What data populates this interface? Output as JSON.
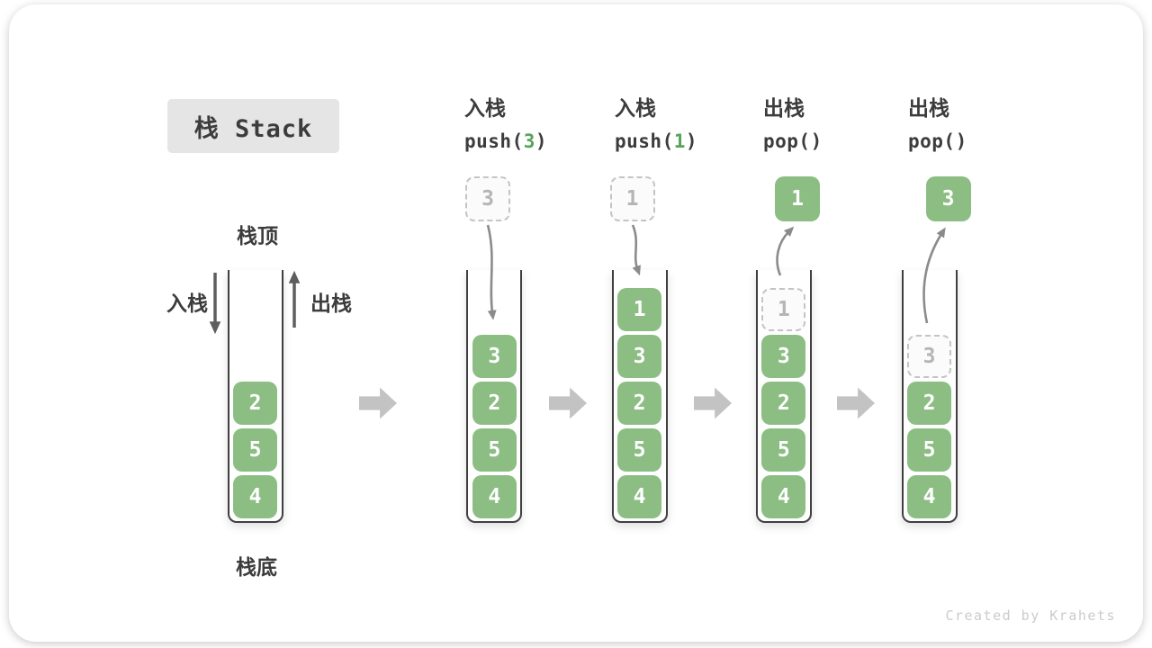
{
  "title": {
    "text": "栈 Stack"
  },
  "side_labels": {
    "stack_top": "栈顶",
    "stack_bottom": "栈底",
    "push": "入栈",
    "pop": "出栈"
  },
  "operations": [
    {
      "label": "入栈",
      "code_prefix": "push(",
      "code_arg": "3",
      "code_suffix": ")"
    },
    {
      "label": "入栈",
      "code_prefix": "push(",
      "code_arg": "1",
      "code_suffix": ")"
    },
    {
      "label": "出栈",
      "code_prefix": "pop(",
      "code_arg": "",
      "code_suffix": ")"
    },
    {
      "label": "出栈",
      "code_prefix": "pop(",
      "code_arg": "",
      "code_suffix": ")"
    }
  ],
  "stacks": [
    {
      "name": "initial-stack",
      "floating": null,
      "items": [
        {
          "value": "2"
        },
        {
          "value": "5"
        },
        {
          "value": "4"
        }
      ]
    },
    {
      "name": "after-push-3",
      "floating": {
        "value": "3",
        "ghost": true
      },
      "motion": "push",
      "items": [
        {
          "value": "3"
        },
        {
          "value": "2"
        },
        {
          "value": "5"
        },
        {
          "value": "4"
        }
      ]
    },
    {
      "name": "after-push-1",
      "floating": {
        "value": "1",
        "ghost": true
      },
      "motion": "push",
      "items": [
        {
          "value": "1"
        },
        {
          "value": "3"
        },
        {
          "value": "2"
        },
        {
          "value": "5"
        },
        {
          "value": "4"
        }
      ]
    },
    {
      "name": "after-pop-1",
      "floating": {
        "value": "1",
        "ghost": false
      },
      "motion": "pop",
      "items": [
        {
          "value": "1",
          "ghost": true
        },
        {
          "value": "3"
        },
        {
          "value": "2"
        },
        {
          "value": "5"
        },
        {
          "value": "4"
        }
      ]
    },
    {
      "name": "after-pop-3",
      "floating": {
        "value": "3",
        "ghost": false
      },
      "motion": "pop",
      "items": [
        {
          "value": "3",
          "ghost": true
        },
        {
          "value": "2"
        },
        {
          "value": "5"
        },
        {
          "value": "4"
        }
      ]
    }
  ],
  "watermark": "Created by Krahets",
  "colors": {
    "item_green": "#8CBE84",
    "code_arg_green": "#57A459",
    "text_dark": "#3C3C3C",
    "ghost_border": "#C4C4C4",
    "ghost_text": "#B5B5B5",
    "flow_arrow_gray": "#C3C3C3",
    "motion_arrow_gray": "#8B8B8B",
    "direction_arrow_gray": "#5E5E5E",
    "title_bg": "#E5E5E5",
    "watermark_gray": "#CBCBCB"
  }
}
